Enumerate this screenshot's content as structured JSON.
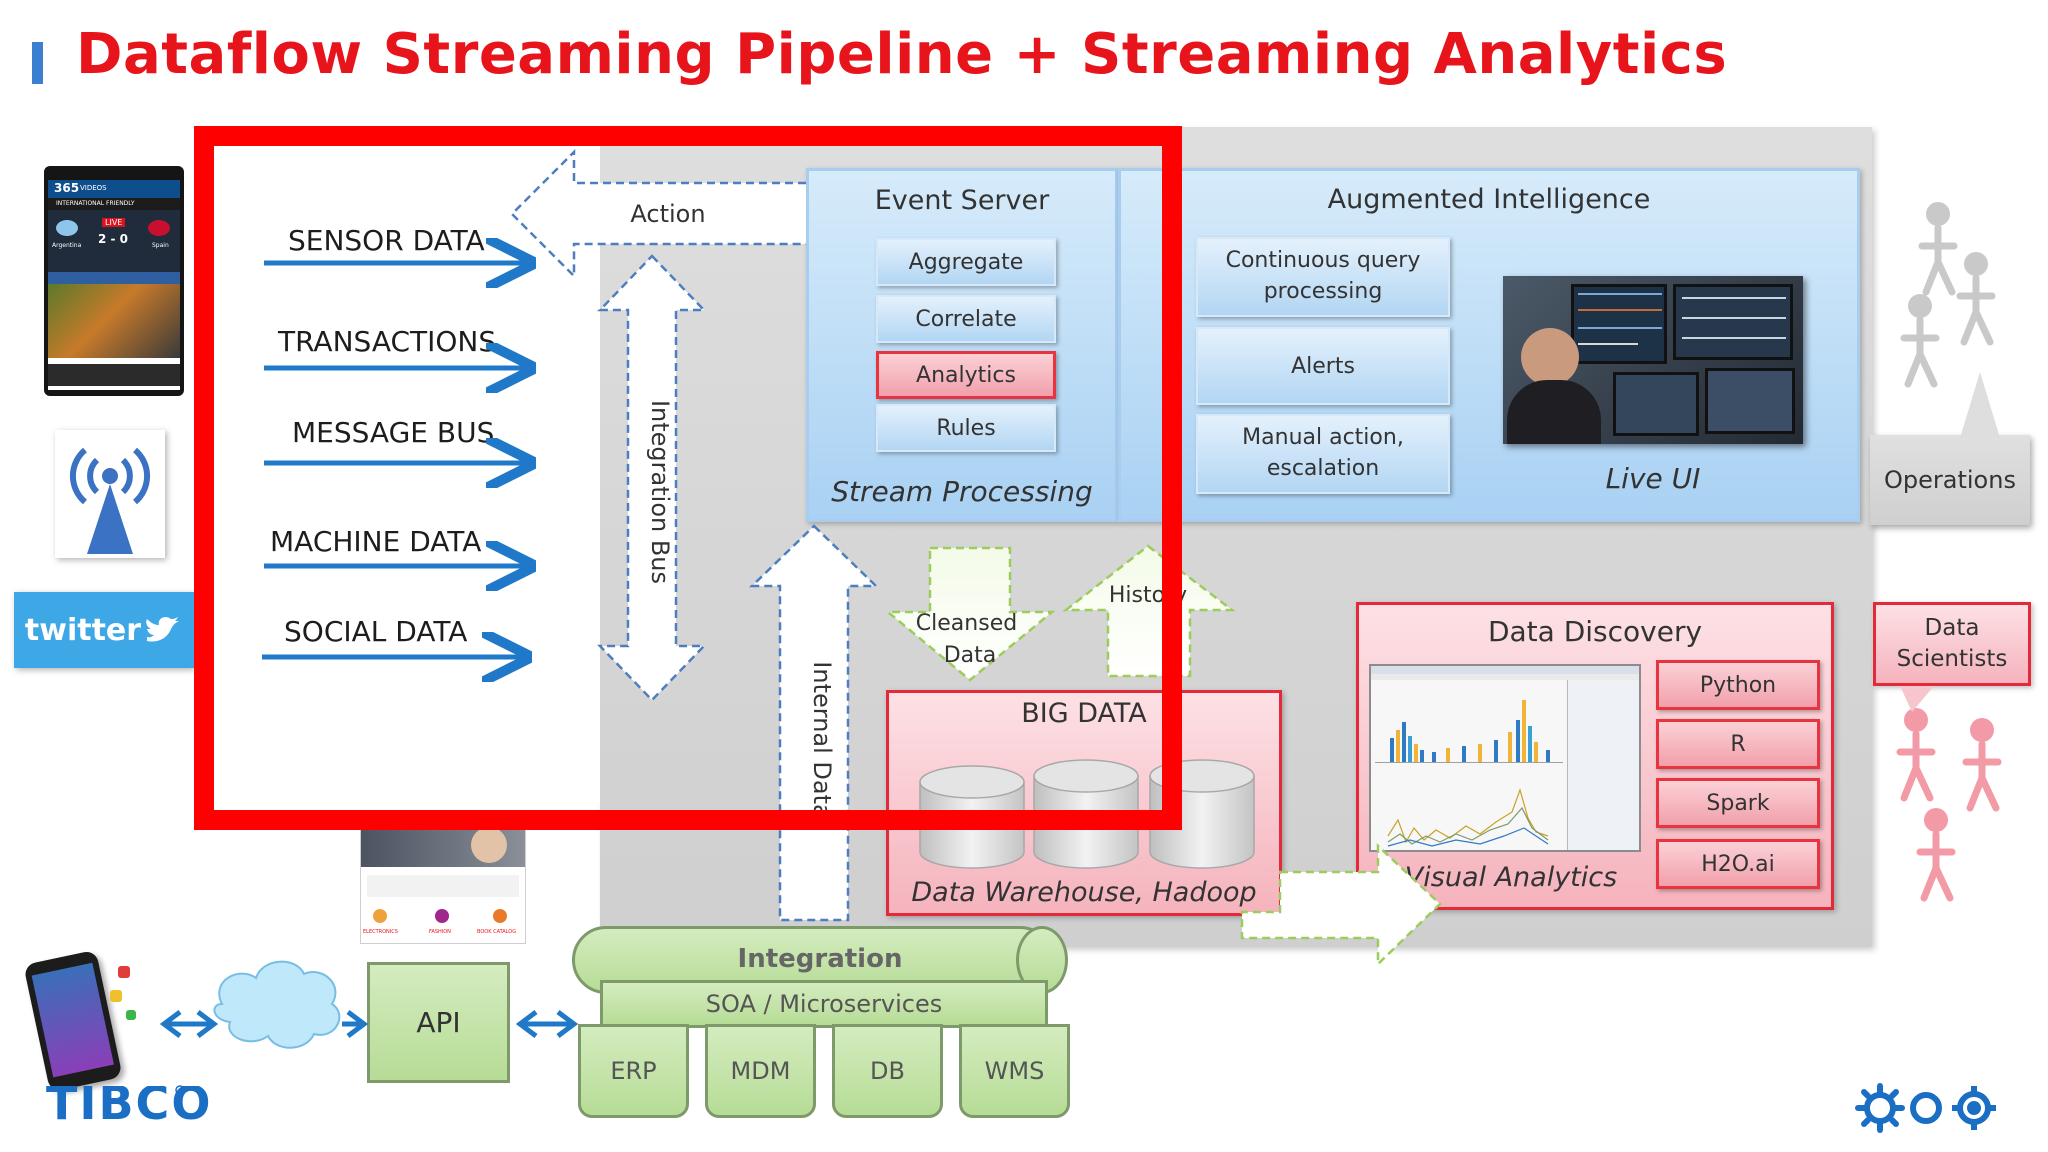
{
  "title": "Dataflow Streaming Pipeline + Streaming Analytics",
  "sources": [
    {
      "label": "SENSOR DATA"
    },
    {
      "label": "TRANSACTIONS"
    },
    {
      "label": "MESSAGE BUS"
    },
    {
      "label": "MACHINE DATA"
    },
    {
      "label": "SOCIAL DATA"
    }
  ],
  "arrows": {
    "action": "Action",
    "integration_bus": "Integration Bus",
    "internal_data": "Internal Data",
    "cleansed_data": "Cleansed Data",
    "history": "History"
  },
  "event_server": {
    "title": "Event Server",
    "buttons": [
      "Aggregate",
      "Correlate",
      "Analytics",
      "Rules"
    ],
    "footer": "Stream Processing"
  },
  "augmented": {
    "title": "Augmented Intelligence",
    "buttons": [
      "Continuous query processing",
      "Alerts",
      "Manual action, escalation"
    ],
    "live_ui": "Live UI"
  },
  "operations": "Operations",
  "data_scientists": "Data Scientists",
  "big_data": {
    "title": "BIG DATA",
    "footer": "Data Warehouse, Hadoop"
  },
  "discovery": {
    "title": "Data Discovery",
    "buttons": [
      "Python",
      "R",
      "Spark",
      "H2O.ai"
    ],
    "footer": "Visual Analytics"
  },
  "integration": {
    "title": "Integration",
    "soa": "SOA / Microservices",
    "systems": [
      "ERP",
      "MDM",
      "DB",
      "WMS"
    ]
  },
  "api": "API",
  "twitter": "twitter",
  "phone": {
    "app": "365",
    "app_sub": "VIDEOS",
    "match": "INTERNATIONAL FRIENDLY",
    "live": "LIVE",
    "score": "2 - 0",
    "home": "Argentina",
    "away": "Spain"
  },
  "tablet": {
    "cats": [
      "ELECTRONICS",
      "FASHION",
      "BOOK CATALOG"
    ]
  },
  "logo": "TIBCO",
  "colors": {
    "title": "#e8141b",
    "highlight": "#ff0000",
    "blue_arrow": "#1f78c8",
    "blue_panel": "#a9d1f3",
    "pink_panel": "#f5b3bd",
    "green_box": "#b6dc96"
  }
}
